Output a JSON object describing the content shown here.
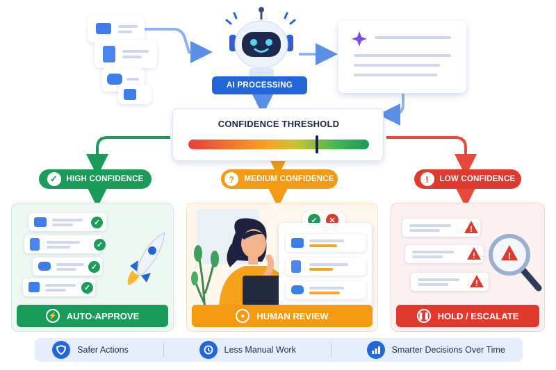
{
  "processing": {
    "label": "AI PROCESSING"
  },
  "threshold": {
    "title": "CONFIDENCE THRESHOLD",
    "marker_level": 0.71
  },
  "branches": [
    {
      "key": "high",
      "label": "HIGH CONFIDENCE",
      "icon": "check-circle-icon",
      "color": "#1a9b59",
      "action": "AUTO-APPROVE",
      "action_icon": "bolt-icon"
    },
    {
      "key": "medium",
      "label": "MEDIUM CONFIDENCE",
      "icon": "question-icon",
      "color": "#f39a12",
      "action": "HUMAN REVIEW",
      "action_icon": "person-icon"
    },
    {
      "key": "low",
      "label": "LOW CONFIDENCE",
      "icon": "warning-icon",
      "color": "#e03a2f",
      "action": "HOLD / ESCALATE",
      "action_icon": "pause-icon"
    }
  ],
  "benefits": [
    {
      "label": "Safer Actions",
      "icon": "shield-icon"
    },
    {
      "label": "Less Manual Work",
      "icon": "clock-icon"
    },
    {
      "label": "Smarter Decisions Over Time",
      "icon": "bar-chart-icon"
    }
  ],
  "colors": {
    "accent_blue": "#2266d8",
    "green": "#1a9b59",
    "orange": "#f39a12",
    "red": "#e03a2f"
  }
}
